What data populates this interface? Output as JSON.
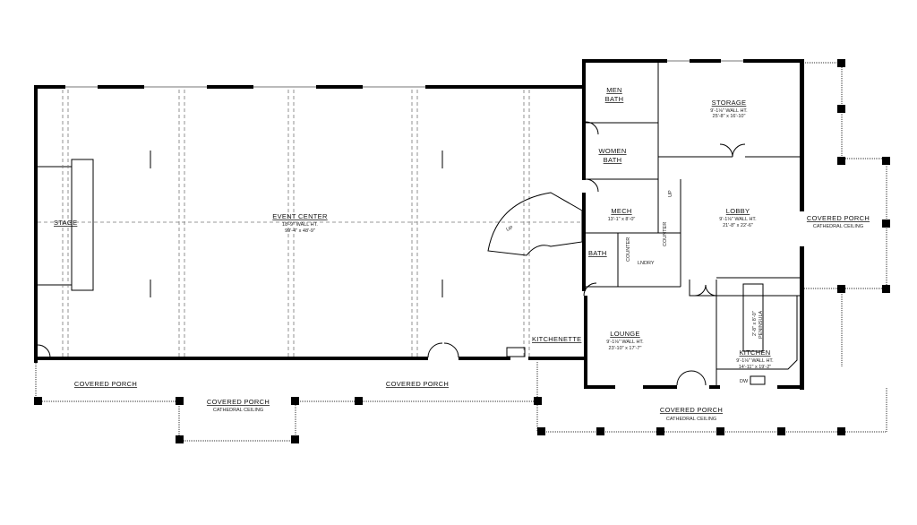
{
  "rooms": {
    "stage": {
      "name": "STAGE"
    },
    "event_center": {
      "name": "EVENT CENTER",
      "wall_ht": "18'-9\" WALL HT.",
      "size": "99'-4\" x 48'-9\""
    },
    "men_bath": {
      "name_line1": "MEN",
      "name_line2": "BATH"
    },
    "women_bath": {
      "name_line1": "WOMEN",
      "name_line2": "BATH"
    },
    "storage": {
      "name": "STORAGE",
      "wall_ht": "9'-1⅛\" WALL HT.",
      "size": "25'-8\" x 16'-10\""
    },
    "mech": {
      "name": "MECH",
      "size": "13'-1\" x 8'-0\""
    },
    "lobby": {
      "name": "LOBBY",
      "wall_ht": "9'-1⅛\" WALL HT.",
      "size": "21'-8\" x 22'-6\""
    },
    "bath": {
      "name": "BATH"
    },
    "laundry": {
      "name": "LNDRY"
    },
    "counter1": {
      "name": "COUNTER"
    },
    "counter2": {
      "name": "COUNTER"
    },
    "lounge": {
      "name": "LOUNGE",
      "wall_ht": "9'-1⅛\" WALL HT.",
      "size": "23'-10\" x 17'-7\""
    },
    "kitchenette": {
      "name": "KITCHENETTE"
    },
    "kitchen": {
      "name": "KITCHEN",
      "wall_ht": "9'-1⅛\" WALL HT.",
      "size": "14'-11\" x 19'-2\""
    },
    "peninsula": {
      "name": "PENINSULA",
      "size": "2'-8\" x 8'-0\""
    },
    "dw": {
      "name": "DW"
    },
    "stair_up1": {
      "name": "UP"
    },
    "stair_up2": {
      "name": "UP"
    },
    "porch_right": {
      "name": "COVERED PORCH",
      "note": "CATHEDRAL CEILING"
    },
    "porch_left": {
      "name": "COVERED PORCH"
    },
    "porch_center": {
      "name": "COVERED PORCH",
      "note": "CATHEDRAL CEILING"
    },
    "porch_mid": {
      "name": "COVERED PORCH"
    },
    "porch_bottom_right": {
      "name": "COVERED PORCH",
      "note": "CATHEDRAL CEILING"
    }
  }
}
